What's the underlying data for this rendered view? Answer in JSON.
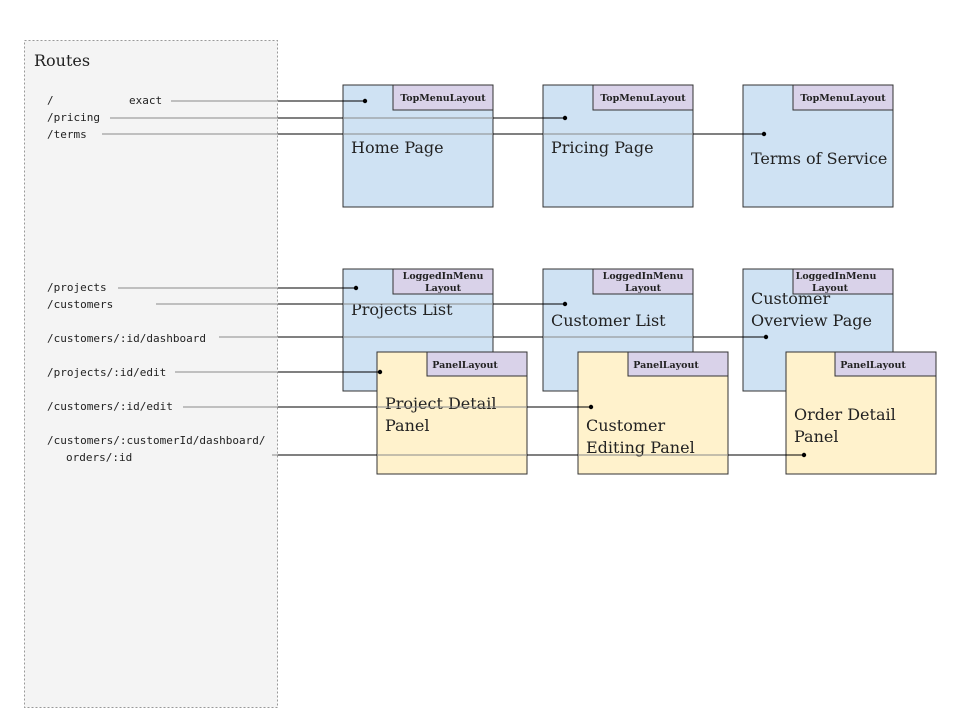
{
  "colors": {
    "route_panel_fill": "#f4f4f4",
    "route_panel_border": "#999999",
    "page_fill": "#cfe2f3",
    "panel_fill": "#fff2cc",
    "tag_fill": "#d9d2e9",
    "line_color": "#000000",
    "thin_line_color": "#8a8a8a"
  },
  "routes_panel": {
    "title": "Routes"
  },
  "routes": {
    "home": "/",
    "home_flag": "exact",
    "pricing": "/pricing",
    "terms": "/terms",
    "projects": "/projects",
    "customers": "/customers",
    "customer_dashboard": "/customers/:id/dashboard",
    "project_edit": "/projects/:id/edit",
    "customer_edit": "/customers/:id/edit",
    "order_line1": "/customers/:customerId/dashboard/",
    "order_line2": "orders/:id"
  },
  "boxes": {
    "home": {
      "title": "Home Page",
      "tag": "TopMenuLayout"
    },
    "pricing": {
      "title": "Pricing Page",
      "tag": "TopMenuLayout"
    },
    "terms": {
      "title": "Terms of Service",
      "tag": "TopMenuLayout"
    },
    "projects_list": {
      "title": "Projects List",
      "tag_line1": "LoggedInMenu",
      "tag_line2": "Layout"
    },
    "customer_list": {
      "title": "Customer List",
      "tag_line1": "LoggedInMenu",
      "tag_line2": "Layout"
    },
    "customer_overview": {
      "title_line1": "Customer",
      "title_line2": "Overview Page",
      "tag_line1": "LoggedInMenu",
      "tag_line2": "Layout"
    },
    "project_detail": {
      "title_line1": "Project Detail",
      "title_line2": "Panel",
      "tag": "PanelLayout"
    },
    "customer_editing": {
      "title_line1": "Customer",
      "title_line2": "Editing Panel",
      "tag": "PanelLayout"
    },
    "order_detail": {
      "title_line1": "Order Detail",
      "title_line2": "Panel",
      "tag": "PanelLayout"
    }
  }
}
